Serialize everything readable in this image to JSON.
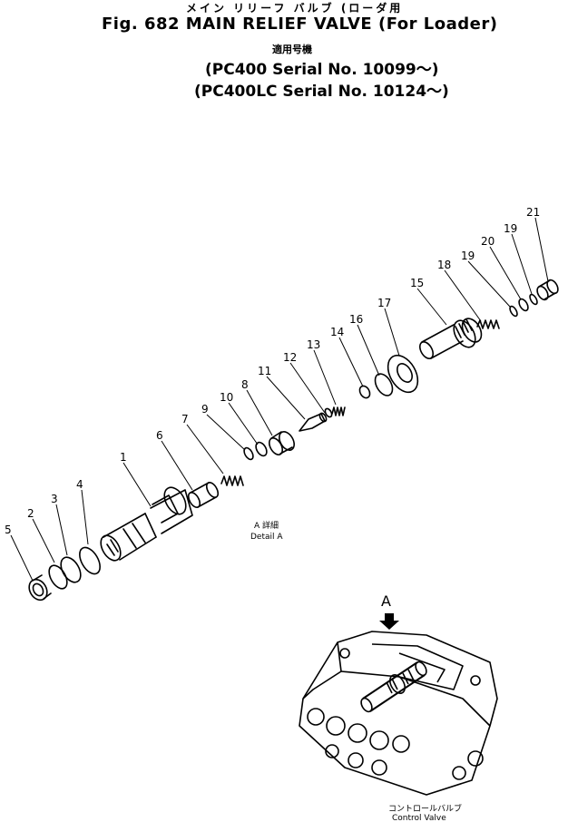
{
  "header": {
    "title_jp": "メイン リリーフ バルブ (ローダ用",
    "title_en": "Fig. 682  MAIN RELIEF  VALVE (For Loader)",
    "applicability_jp": "適用号機",
    "serial_1": "(PC400    Serial No. 10099～)",
    "serial_2": "(PC400LC Serial No. 10124～)"
  },
  "parts": [
    "1",
    "2",
    "3",
    "4",
    "5",
    "6",
    "7",
    "8",
    "9",
    "10",
    "11",
    "12",
    "13",
    "14",
    "15",
    "16",
    "17",
    "18",
    "19",
    "19",
    "20",
    "21"
  ],
  "detail": {
    "label_jp": "A 詳細",
    "label_en": "Detail A"
  },
  "view": {
    "arrow_label": "A",
    "control_valve_jp": "コントロールバルブ",
    "control_valve_en": "Control Valve"
  }
}
